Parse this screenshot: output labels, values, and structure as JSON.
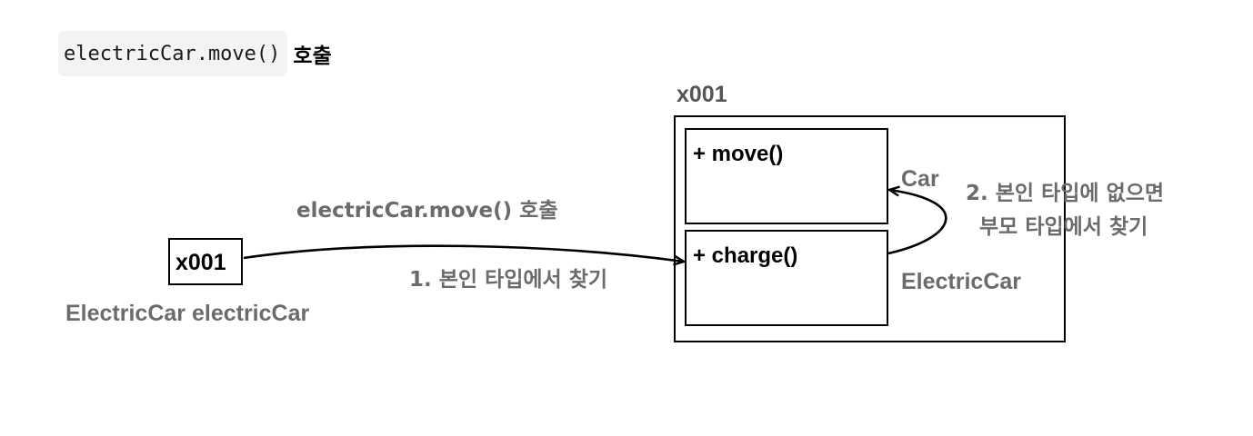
{
  "heading": {
    "code": "electricCar.move()",
    "suffix": "호출"
  },
  "diagram": {
    "instance_address": "x001",
    "variable": {
      "value": "x001",
      "declaration": "ElectricCar electricCar"
    },
    "call_label": "electricCar.move() 호출",
    "step1_label": "1. 본인 타입에서 찾기",
    "step2_label_line1": "2. 본인 타입에 없으면",
    "step2_label_line2": "부모 타입에서 찾기",
    "parent_class": {
      "name": "Car",
      "method": "+ move()"
    },
    "child_class": {
      "name": "ElectricCar",
      "method": "+ charge()"
    },
    "colors": {
      "line": "#000000",
      "label_gray": "#6b6b6b"
    }
  }
}
